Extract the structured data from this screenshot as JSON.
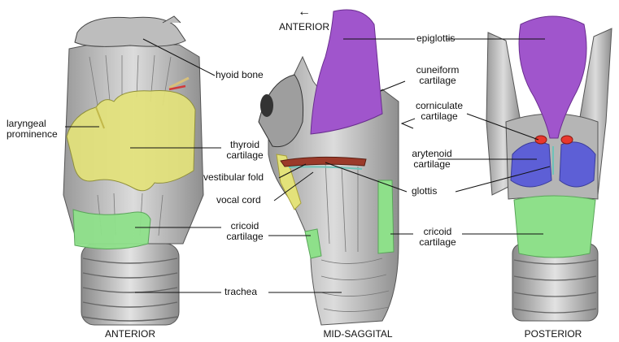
{
  "views": {
    "anterior": "ANTERIOR",
    "mid_saggital": "MID-SAGGITAL",
    "posterior": "POSTERIOR"
  },
  "direction": {
    "label": "ANTERIOR",
    "arrow": "←"
  },
  "labels": {
    "hyoid_bone": "hyoid bone",
    "laryngeal_prominence": [
      "laryngeal",
      "prominence"
    ],
    "thyroid_cartilage": [
      "thyroid",
      "cartilage"
    ],
    "vestibular_fold": "vestibular fold",
    "vocal_cord": "vocal cord",
    "cricoid_cartilage_left": [
      "cricoid",
      "cartilage"
    ],
    "trachea": "trachea",
    "epiglottis": "epiglottis",
    "cuneiform_cartilage": [
      "cuneiform",
      "cartilage"
    ],
    "corniculate_cartilage": [
      "corniculate",
      "cartilage"
    ],
    "arytenoid_cartilage": [
      "arytenoid",
      "cartilage"
    ],
    "glottis": "glottis",
    "cricoid_cartilage_right": [
      "cricoid",
      "cartilage"
    ]
  },
  "colors": {
    "thyroid": "#e3e27a",
    "cricoid": "#8ee08a",
    "epiglottis": "#a055cc",
    "arytenoid": "#5d5fd6",
    "corniculate": "#e8382e",
    "vocal_cord": "#9b3a2a",
    "tissue": "#c9c9c9",
    "tissue_dark": "#8a8a8a"
  }
}
